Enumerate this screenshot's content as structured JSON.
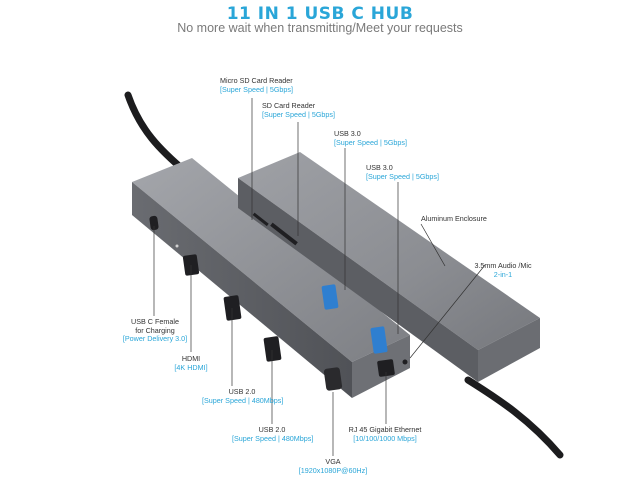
{
  "header": {
    "title": "11 IN 1 USB C HUB",
    "subtitle": "No more wait when transmitting/Meet your requests"
  },
  "callouts": {
    "micro_sd": {
      "name": "Micro SD Card Reader",
      "spec": "[Super Speed | 5Gbps]"
    },
    "sd": {
      "name": "SD Card Reader",
      "spec": "[Super Speed | 5Gbps]"
    },
    "usb3_a": {
      "name": "USB 3.0",
      "spec": "[Super Speed | 5Gbps]"
    },
    "usb3_b": {
      "name": "USB 3.0",
      "spec": "[Super Speed | 5Gbps]"
    },
    "enclosure": {
      "name": "Aluminum Enclosure"
    },
    "audio": {
      "name": "3.5mm Audio /Mic",
      "spec": "2-in-1"
    },
    "usbc": {
      "name_line1": "USB C Female",
      "name_line2": "for Charging",
      "spec": "[Power Delivery 3.0]"
    },
    "hdmi": {
      "name": "HDMI",
      "spec": "[4K HDMI]"
    },
    "usb2_a": {
      "name": "USB 2.0",
      "spec": "[Super Speed | 480Mbps]"
    },
    "usb2_b": {
      "name": "USB 2.0",
      "spec": "[Super Speed | 480Mbps]"
    },
    "rj45": {
      "name": "RJ 45 Gigabit Ethernet",
      "spec": "[10/100/1000 Mbps]"
    },
    "vga": {
      "name": "VGA",
      "spec": "[1920x1080P@60Hz]"
    }
  },
  "colors": {
    "accent": "#2aa6d8",
    "body_top": "#8a8c91",
    "body_side": "#5b5d62",
    "usb3_port": "#2f7fd0"
  }
}
